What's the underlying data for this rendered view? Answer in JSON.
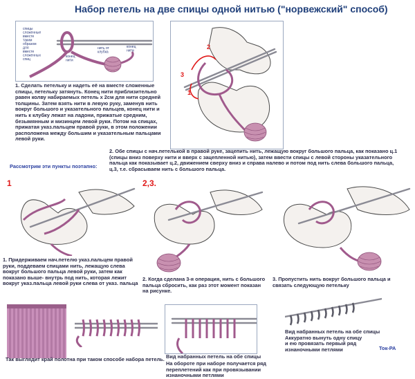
{
  "title": "Набор петель на две спицы одной нитью (\"норвежский\" способ)",
  "fig0": {
    "label_needles": "спицы\nсложенные\nвместе\nтаким\nобразом\nдля\nвместе\nсложенных\nспиц",
    "label_ball": "нить от\nклубка",
    "label_end": "конец\nнити",
    "label_end2": "конец\nнити"
  },
  "step1_text": "1.  Сделать петельку и надеть её на вместе сложенные спицы, петельку затянуть.  Конец нити приблизительно равен колву набираемых петель х 2см для нити средней толщины.\nЗатем взять нити в левую руку, заменув нить вокруг большого и указательного пальцев, конец нити и нить к клубку лежат на ладони, прижатые средним, безымянным и мизинцем левой руки. Потом на спицах, прижатая указ.пальцем правой руки,  в этом положении расположена  между большим и указательным пальцами левой руки.",
  "step2_text": "2. Обе спицы с нач.петелькой в правой руке, зацепить нить, лежащую  вокруг большого пальца, как показано ц.1 (спицы вниз поверху нити и вверх с зацепленной нитью), затем ввести спицы с левой стороны указательного пальца как показывает ц.2, движением сверху вниз и справа налево и потом под нить слева большого пальца, ц.3, т.е. сбрасываем нить с большого пальца.",
  "review_text": "Рассмотрим  эти пункты поэтапно:",
  "fig_top_right_numbers": [
    "1",
    "2",
    "3"
  ],
  "panels": {
    "p1": {
      "num": "1",
      "caption": "1. Придерживаем нач.петелю указ.пальцем правой руки, поддеваем спицами нить, лежащую слева вокруг большого пальца левой руки, затем как показано выше- внутрь под нить, которая лежит вокруг указ.пальца левой руки слева от указ. пальца"
    },
    "p2": {
      "num": "2,3.",
      "caption": "2. Когда  сделана 3-я операция, нить  с большого пальца сбросить, как раз этот момент показан на рисунке."
    },
    "p3": {
      "caption": "3. Пропустить нить вокруг большого пальца и связать следующую петельку"
    }
  },
  "bottom": {
    "cap1": "Так выглядит край полотна при таком способе набора петель.",
    "cap2": "Вид набранных петель на обе спицы",
    "cap3": "На обороте при наборе получается ряд переплетений  как при провязывании изнаночными петлями",
    "cap4": "Вид набранных петель на обе спицы\nАккуратно вынуть одну спицу\nи ею провязать первый ряд\nизнаночными петлями",
    "signature": "Ток-РА"
  },
  "colors": {
    "title": "#1f3f7a",
    "yarn": "#a05a8c",
    "accent_red": "#e01818",
    "blue_text": "#2a3fa0"
  }
}
